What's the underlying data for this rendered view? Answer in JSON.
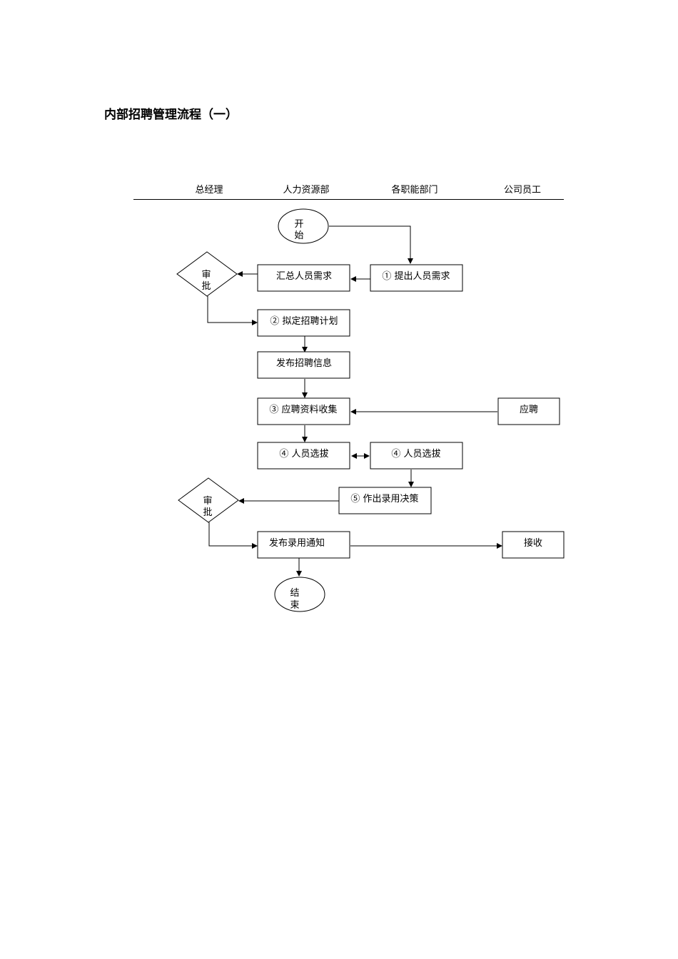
{
  "title": "内部招聘管理流程（一）",
  "lanes": [
    "总经理",
    "人力资源部",
    "各职能部门",
    "公司员工"
  ],
  "nodes": {
    "start": [
      "开",
      "始"
    ],
    "approve_1": [
      "审",
      "批"
    ],
    "summarize": "汇总人员需求",
    "propose": "① 提出人员需求",
    "plan": "② 拟定招聘计划",
    "publish_info": "发布招聘信息",
    "collect": "③ 应聘资料收集",
    "apply": "应聘",
    "select_hr": "④ 人员选拔",
    "select_dept": "④ 人员选拔",
    "decision": "⑤ 作出录用决策",
    "approve_2": [
      "审",
      "批"
    ],
    "notify": "发布录用通知",
    "receive": "接收",
    "end": [
      "结",
      "束"
    ]
  }
}
